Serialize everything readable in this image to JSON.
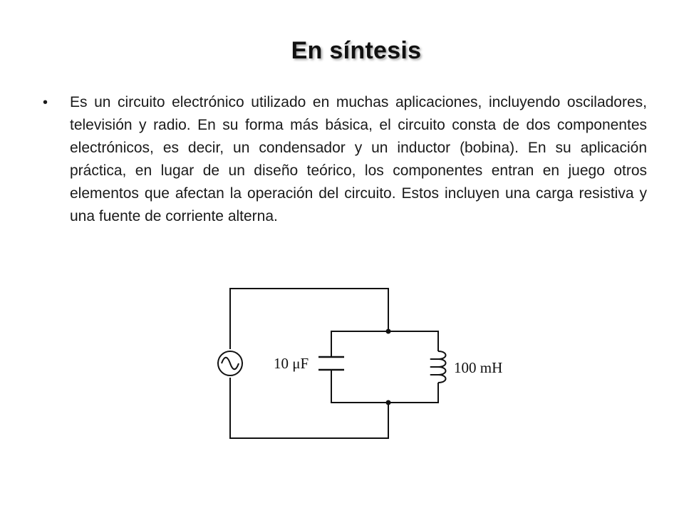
{
  "slide": {
    "title": "En síntesis",
    "bullets": [
      {
        "symbol": "•",
        "text": "Es un circuito electrónico utilizado en muchas aplicaciones, incluyendo osciladores, televisión y radio. En su forma más básica, el circuito consta de dos componentes electrónicos, es decir, un condensador y un inductor (bobina). En su aplicación práctica, en lugar de un diseño teórico, los componentes entran en juego otros elementos que afectan la operación del circuito. Estos incluyen una carga resistiva y una fuente de corriente alterna."
      }
    ]
  },
  "circuit": {
    "capacitor_label": "10 μF",
    "inductor_label": "100 mH",
    "source_icon": "ac-source-icon",
    "line_color": "#111111"
  }
}
